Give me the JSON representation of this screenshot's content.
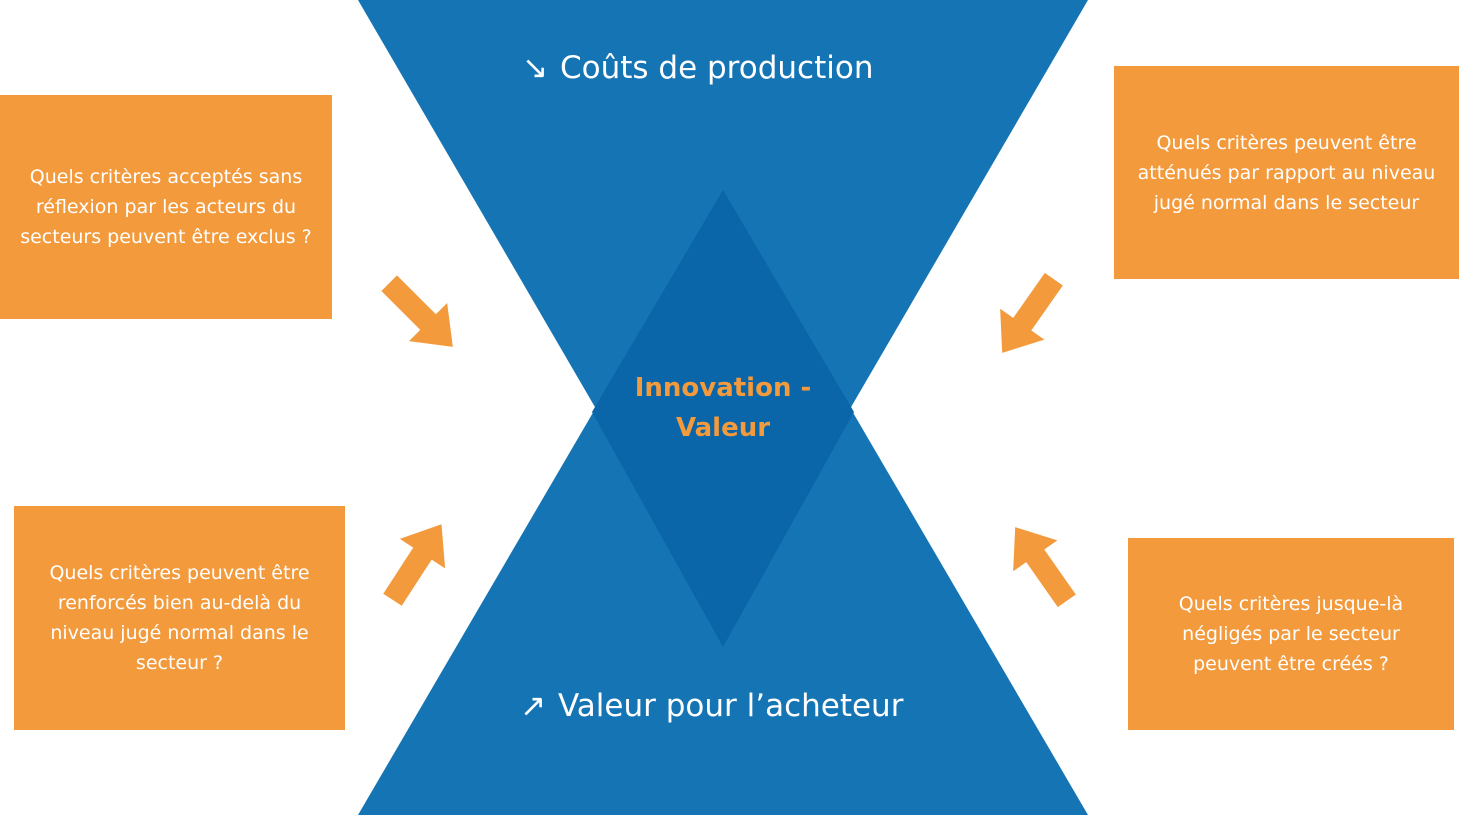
{
  "diagram": {
    "top_title": {
      "icon": "arrow-down-right-icon",
      "glyph": "↘",
      "label": "Coûts de production"
    },
    "bottom_title": {
      "icon": "arrow-up-right-icon",
      "glyph": "↗",
      "label": "Valeur pour l’acheteur"
    },
    "center": {
      "line1": "Innovation -",
      "line2": "Valeur"
    },
    "boxes": {
      "exclure": "Quels critères acceptés sans réflexion par les acteurs du secteurs peuvent être exclus ?",
      "attenuer": "Quels critères peuvent être atténués par rapport au niveau jugé normal dans le secteur",
      "renforcer": "Quels critères peuvent être renforcés bien au-delà du niveau jugé normal dans le secteur ?",
      "creer": "Quels critères jusque-là négligés par le secteur peuvent être créés ?"
    }
  },
  "colors": {
    "triangle_blue": "#1474b4",
    "diamond_blue": "#0a66a9",
    "accent_orange": "#f39a3d",
    "text_white": "#ffffff"
  }
}
